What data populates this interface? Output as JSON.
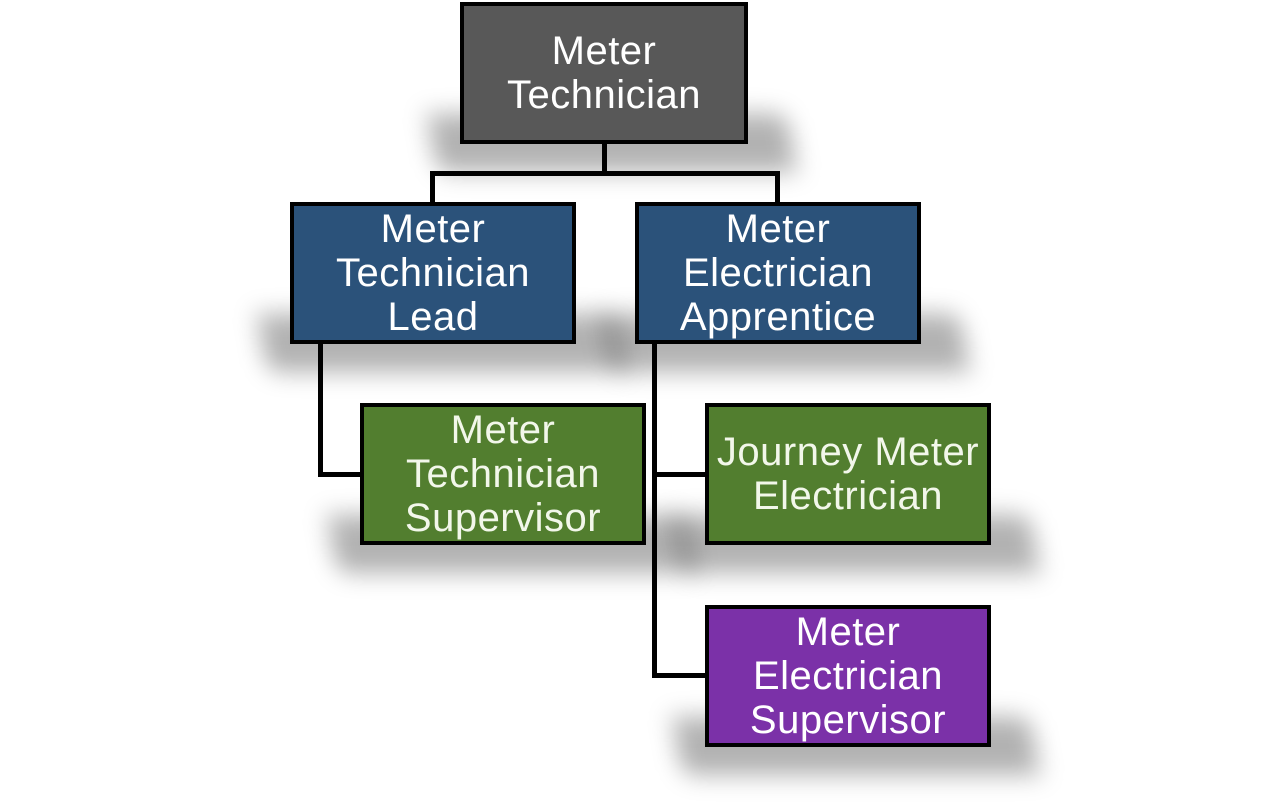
{
  "diagram": {
    "type": "org-chart",
    "background": "#FFFFFF",
    "connector_color": "#000000",
    "border_color": "#000000",
    "nodes": {
      "root": {
        "label": "Meter Technician",
        "fill": "#585858",
        "text_color": "#FFFFFF"
      },
      "lead": {
        "label": "Meter Technician Lead",
        "fill": "#2B527A",
        "text_color": "#FFFFFF"
      },
      "apprentice": {
        "label": "Meter Electrician Apprentice",
        "fill": "#2B527A",
        "text_color": "#FFFFFF"
      },
      "tech_supervisor": {
        "label": "Meter Technician Supervisor",
        "fill": "#527E2F",
        "text_color": "#F2F7EA"
      },
      "journey": {
        "label": "Journey Meter Electrician",
        "fill": "#527E2F",
        "text_color": "#F2F7EA"
      },
      "elec_supervisor": {
        "label": "Meter Electrician Supervisor",
        "fill": "#7B31A8",
        "text_color": "#FFFFFF"
      }
    },
    "edges": [
      {
        "from": "Meter Technician",
        "to": "Meter Technician Lead"
      },
      {
        "from": "Meter Technician",
        "to": "Meter Electrician Apprentice"
      },
      {
        "from": "Meter Technician Lead",
        "to": "Meter Technician Supervisor"
      },
      {
        "from": "Meter Electrician Apprentice",
        "to": "Journey Meter Electrician"
      },
      {
        "from": "Meter Electrician Apprentice",
        "to": "Meter Electrician Supervisor"
      }
    ]
  }
}
